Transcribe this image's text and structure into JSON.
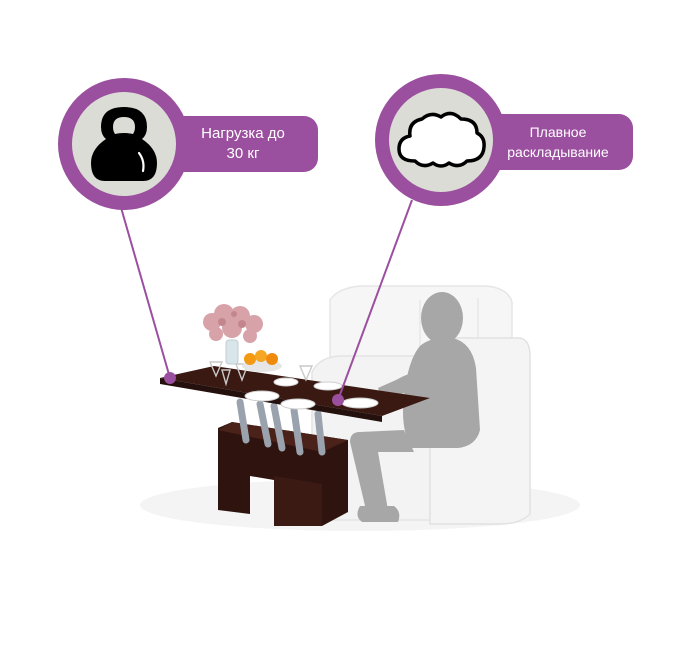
{
  "features": [
    {
      "label_line1": "Нагрузка до",
      "label_line2": "30 кг",
      "icon": "kettlebell-icon"
    },
    {
      "label_line1": "Плавное",
      "label_line2": "раскладывание",
      "icon": "cloud-icon"
    }
  ],
  "colors": {
    "accent": "#9b4f9f",
    "icon_disc": "#dcdcd6",
    "table_wood": "#3a1a14",
    "silhouette": "#a6a6a6",
    "sofa": "#f1f1f1"
  }
}
